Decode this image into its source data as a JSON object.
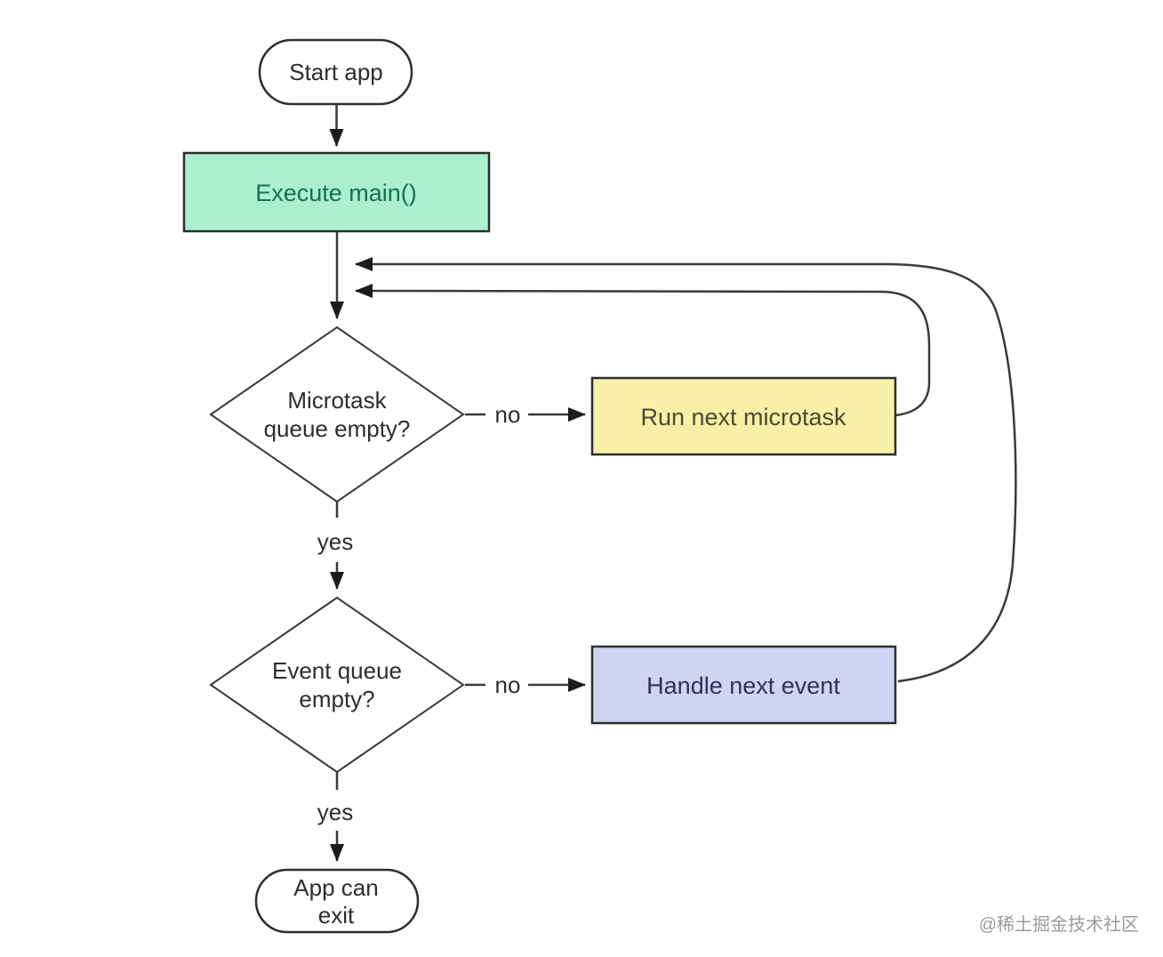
{
  "diagram": {
    "type": "flowchart",
    "description": "Event loop flowchart: app start, execute main, microtask queue and event queue processing loop",
    "nodes": {
      "start": {
        "label": "Start app",
        "shape": "stadium",
        "fill": "#ffffff"
      },
      "execute_main": {
        "label": "Execute main()",
        "shape": "rect",
        "fill": "#abefd1",
        "text_color": "#17704a"
      },
      "microtask_check": {
        "line1": "Microtask",
        "line2": "queue empty?",
        "shape": "diamond",
        "fill": "#ffffff"
      },
      "run_next_microtask": {
        "label": "Run next microtask",
        "shape": "rect",
        "fill": "#f8f0a8",
        "text_color": "#4c4a2c"
      },
      "event_check": {
        "line1": "Event queue",
        "line2": "empty?",
        "shape": "diamond",
        "fill": "#ffffff"
      },
      "handle_next_event": {
        "label": "Handle next event",
        "shape": "rect",
        "fill": "#ced5f2",
        "text_color": "#2b3357"
      },
      "app_exit": {
        "line1": "App can",
        "line2": "exit",
        "shape": "stadium",
        "fill": "#ffffff"
      }
    },
    "edge_labels": {
      "microtask_no": "no",
      "microtask_yes": "yes",
      "event_no": "no",
      "event_yes": "yes"
    },
    "colors": {
      "line": "#3a3a3a",
      "node_border": "#2d2d2d",
      "text": "#2d2d2d",
      "background": "#ffffff"
    }
  },
  "watermark": {
    "text": "@稀土掘金技术社区",
    "color": "#9b9b9b"
  }
}
